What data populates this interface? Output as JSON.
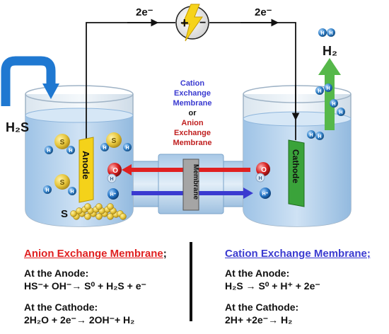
{
  "electrons": {
    "left": "2e⁻",
    "right": "2e⁻"
  },
  "battery": {
    "plus": "+",
    "minus": "−"
  },
  "gases": {
    "h2s": "H₂S",
    "h2": "H₂"
  },
  "electrodes": {
    "anode": "Anode",
    "cathode": "Cathode",
    "membrane": "Membrane"
  },
  "membrane_caption": {
    "line1": "Cation",
    "line2": "Exchange",
    "line3": "Membrane",
    "line4": "or",
    "line5": "Anion",
    "line6": "Exchange",
    "line7": "Membrane"
  },
  "molecule_labels": {
    "sulfur": "S",
    "hydrogen": "H",
    "oxygen": "O",
    "proton": "H⁺",
    "sulfur_deposit": "S"
  },
  "equations": {
    "anion": {
      "title": "Anion Exchange Membrane",
      "title_suffix": ";",
      "anode_head": "At the Anode:",
      "anode_eq": "HS⁻+ OH⁻→ S⁰ + H₂S + e⁻",
      "cathode_head": "At the Cathode:",
      "cathode_eq": "2H₂O + 2e⁻→ 2OH⁻+ H₂"
    },
    "cation": {
      "title": "Cation Exchange Membrane;",
      "anode_head": "At the Anode:",
      "anode_eq": "H₂S → S⁰ + H⁺ + 2e⁻",
      "cathode_head": "At the Cathode:",
      "cathode_eq": "2H+ +2e⁻→ H₂"
    }
  },
  "colors": {
    "water": "#bcd7ef",
    "water_dark": "#8fb6dc",
    "anode": "#f4d21a",
    "cathode": "#3aa33a",
    "anion_red": "#e02020",
    "cation_blue": "#3a3ad0",
    "h2s_arrow": "#1f78d1",
    "h2_arrow": "#56b84a",
    "sulfur": "#e6c53a",
    "hydrogen": "#2f7fc7"
  }
}
